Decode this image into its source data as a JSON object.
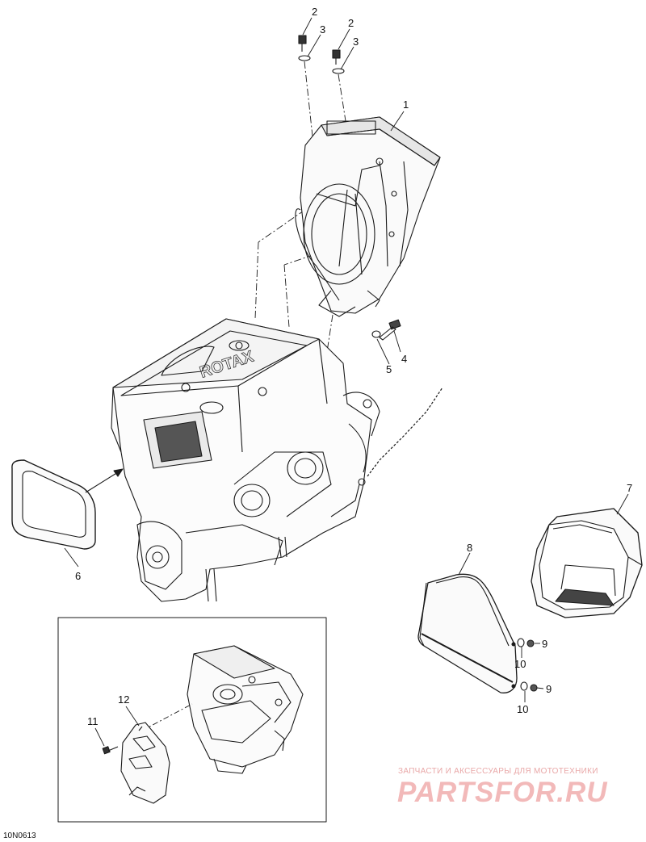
{
  "callouts": {
    "c1": "1",
    "c2a": "2",
    "c2b": "2",
    "c3a": "3",
    "c3b": "3",
    "c4": "4",
    "c5": "5",
    "c6": "6",
    "c7": "7",
    "c8": "8",
    "c9a": "9",
    "c9b": "9",
    "c10a": "10",
    "c10b": "10",
    "c11": "11",
    "c12": "12"
  },
  "figure_id": "10N0613",
  "watermark": {
    "line1": "ЗАПЧАСТИ И АКСЕССУАРЫ ДЛЯ МОТОТЕХНИКИ",
    "logo": "PARTSFOR.RU"
  },
  "engine_logo": "ROTAX"
}
